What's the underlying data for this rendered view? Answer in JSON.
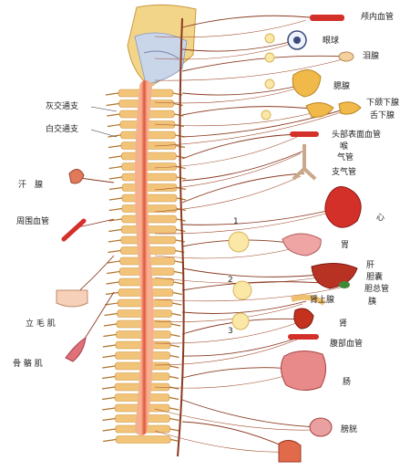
{
  "labels": {
    "cranial_vessel": "颅内血管",
    "eyeball": "眼球",
    "lacrimal": "泪腺",
    "parotid": "腮腺",
    "submandibular": "下颌下腺",
    "sublingual": "舌下腺",
    "head_skin_vessel": "头部表面血管",
    "larynx": "喉",
    "trachea": "气管",
    "bronchi": "支气管",
    "heart": "心",
    "stomach": "胃",
    "liver": "肝",
    "gallbladder": "胆囊",
    "bile_duct": "胆总管",
    "pancreas": "胰",
    "adrenal": "肾上腺",
    "kidney": "肾",
    "abdominal_vessel": "腹部血管",
    "intestine": "肠",
    "bladder": "膀胱",
    "gray_ramus": "灰交通支",
    "white_ramus": "白交通支",
    "sweat_gland": "汗　腺",
    "peripheral_vessel": "周围血管",
    "arrector_pili": "立 毛 肌",
    "skeletal_muscle": "骨 骼 肌"
  },
  "ganglion_numbers": [
    "1",
    "2",
    "3"
  ],
  "colors": {
    "nerve": "#8a3a22",
    "spinal_cord": "#e87a5a",
    "vertebra": "#f2c47a",
    "ganglion": "#fbe7a6",
    "vessel": "#d4302a"
  }
}
